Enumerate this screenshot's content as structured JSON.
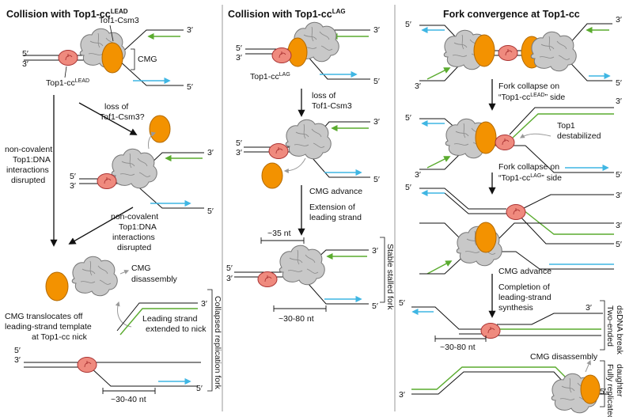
{
  "colors": {
    "helicase": "#c8c8c8",
    "tof1": "#f39200",
    "top1": "#ef8a7e",
    "leading": "#5aab2e",
    "lagging": "#3fb6e3",
    "dna": "#111111"
  },
  "panels": [
    {
      "title": "Collision with Top1-cc",
      "title_sup": "LEAD",
      "labels": {
        "tof1csm3": "Tof1-Csm3",
        "cmg": "CMG",
        "top1_main": "Top1-cc",
        "top1_sup": "LEAD",
        "loss_line1": "loss of",
        "loss_line2": "Tof1-Csm3?",
        "noncov_left_1": "non-covalent",
        "noncov_left_2": "Top1:DNA",
        "noncov_left_3": "interactions",
        "noncov_left_4": "disrupted",
        "noncov_mid_1": "non-covalent",
        "noncov_mid_2": "Top1:DNA",
        "noncov_mid_3": "interactions",
        "noncov_mid_4": "disrupted",
        "cmg_disassembly": "CMG",
        "cmg_disassembly_2": "disassembly",
        "translocates_1": "CMG translocates off",
        "translocates_2": "leading-strand template",
        "translocates_3": "at Top1-cc nick",
        "leading_ext_1": "Leading strand",
        "leading_ext_2": "extended to nick",
        "collapsed_fork": "Collapsed replication fork",
        "distance": "~30-40 nt"
      }
    },
    {
      "title": "Collision with Top1-cc",
      "title_sup": "LAG",
      "labels": {
        "top1_main": "Top1-cc",
        "top1_sup": "LAG",
        "loss_line1": "loss of",
        "loss_line2": "Tof1-Csm3",
        "advance": "CMG advance",
        "extension_1": "Extension of",
        "extension_2": "leading strand",
        "dist_35": "~35 nt",
        "dist_3080": "~30-80 nt",
        "stable_fork": "Stable stalled fork"
      }
    },
    {
      "title": "Fork convergence at Top1-cc",
      "labels": {
        "collapse_lead_1": "Fork collapse on",
        "collapse_lead_2a": "“Top1-cc",
        "collapse_lead_sup": "LEAD",
        "collapse_lead_2b": "” side",
        "top1_destab_1": "Top1",
        "top1_destab_2": "destabilized",
        "collapse_lag_1": "Fork collapse on",
        "collapse_lag_2a": "“Top1-cc",
        "collapse_lag_sup": "LAG",
        "collapse_lag_2b": "” side",
        "advance": "CMG advance",
        "completion_1": "Completion of",
        "completion_2": "leading-strand",
        "completion_3": "synthesis",
        "dist": "~30-80 nt",
        "cmg_disassembly": "CMG disassembly",
        "two_ended_1": "Two-ended",
        "two_ended_2": "dsDNA break",
        "fully_1": "Fully replicated",
        "fully_2": "daughter"
      }
    }
  ],
  "ends": {
    "five": "5′",
    "three": "3′"
  }
}
